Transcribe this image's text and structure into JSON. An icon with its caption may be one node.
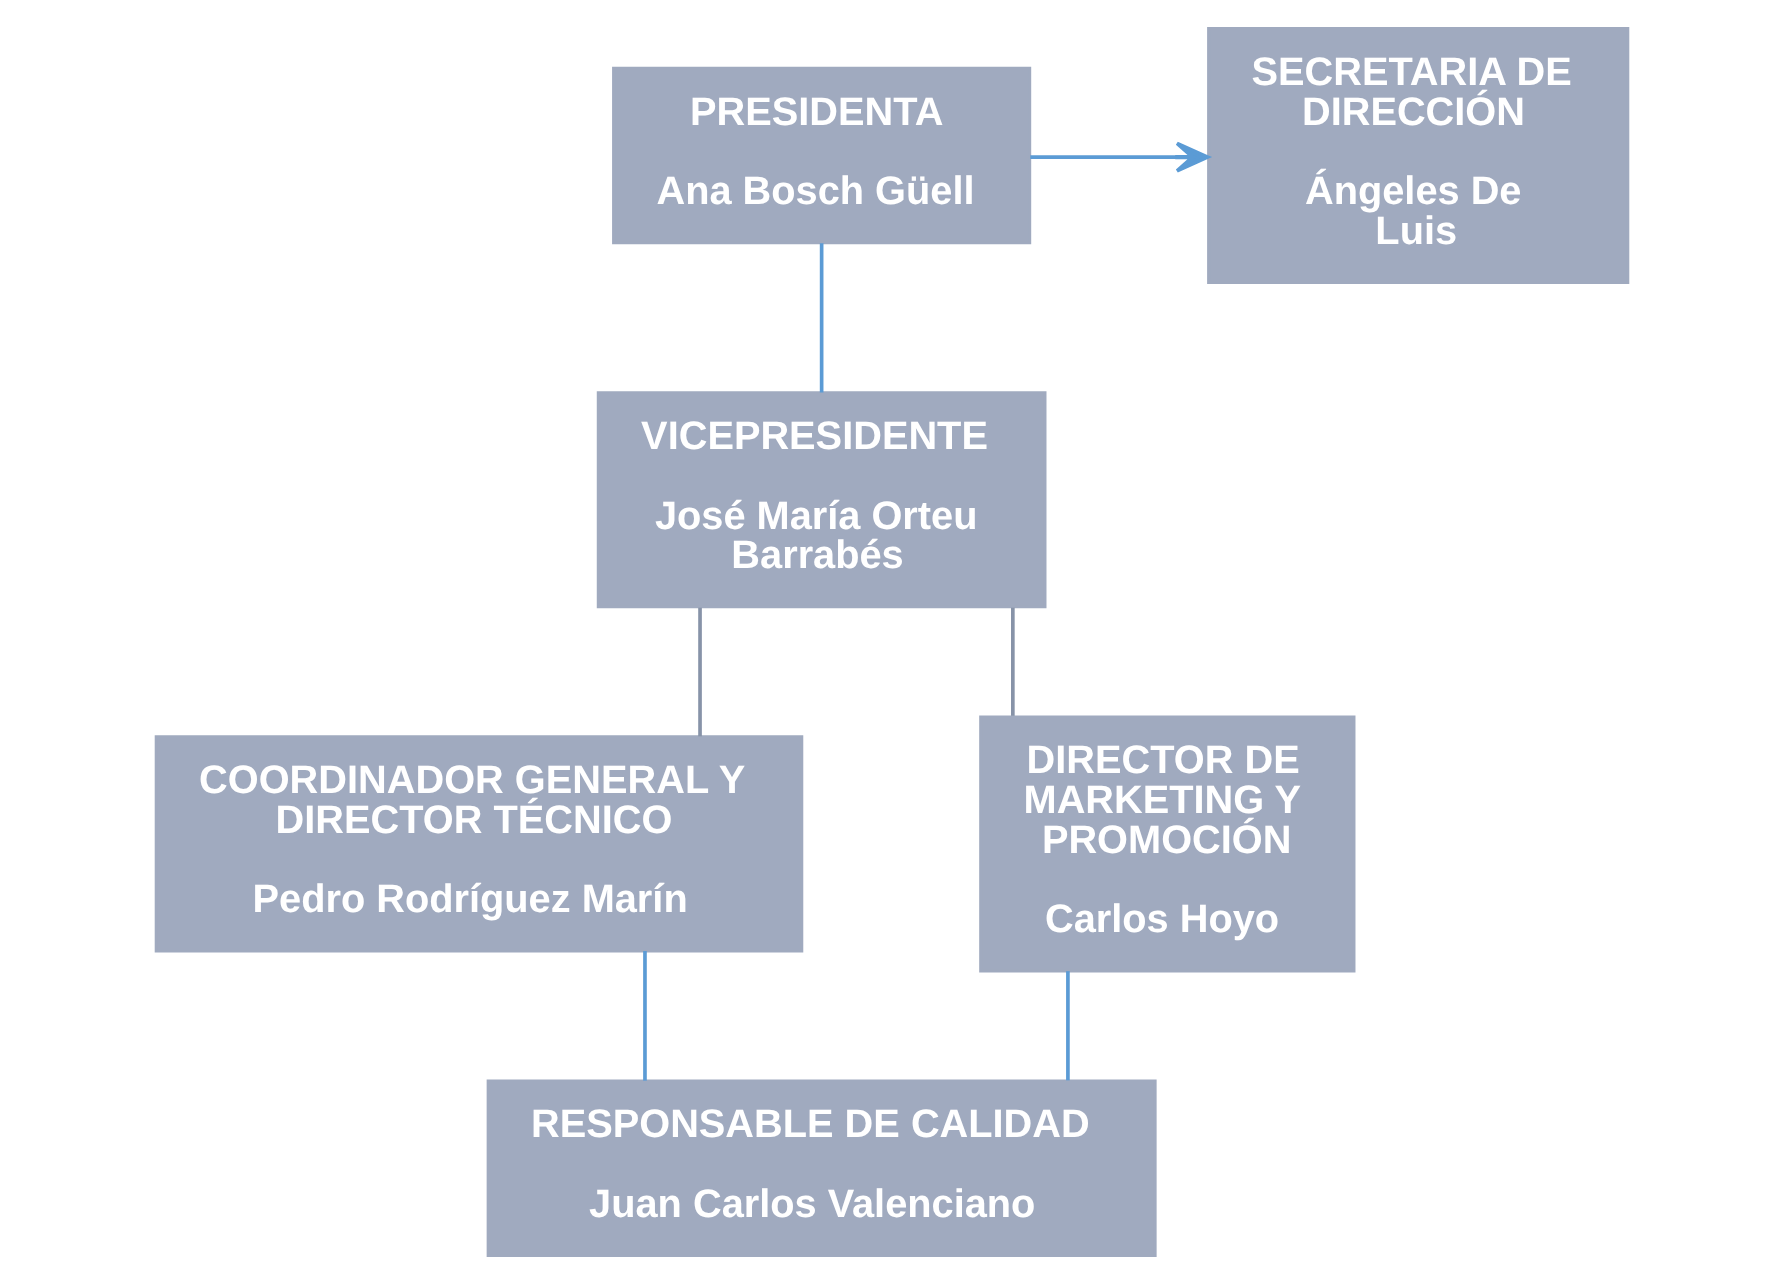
{
  "diagram": {
    "nodes": [
      {
        "text": [
          "PRESIDENTA",
          "Ana Bosch Güell"
        ]
      },
      {
        "text": [
          "SECRETARIA DE DIRECCIÓN",
          "Ángeles De Luis"
        ]
      },
      {
        "text": [
          "VICEPRESIDENTE",
          "José María Orteu Barrabés"
        ]
      },
      {
        "text": [
          "COORDINADOR GENERAL Y DIRECTOR TÉCNICO",
          "Pedro Rodríguez Marín"
        ]
      },
      {
        "text": [
          "DIRECTOR DE MARKETING Y PROMOCIÓN",
          "Carlos Hoyo"
        ]
      },
      {
        "text": [
          "RESPONSABLE DE CALIDAD",
          "Juan Carlos Valenciano"
        ]
      }
    ],
    "edges": [
      {
        "from": 0,
        "to": 1,
        "arrow": "to"
      },
      {
        "from": 0,
        "to": 2,
        "arrow": "none"
      },
      {
        "from": 2,
        "to": 3,
        "arrow": "none",
        "color": "#8793a8"
      },
      {
        "from": 2,
        "to": 4,
        "arrow": "none",
        "color": "#8793a8"
      },
      {
        "from": 3,
        "to": 5,
        "arrow": "none"
      },
      {
        "from": 4,
        "to": 5,
        "arrow": "none"
      }
    ]
  }
}
